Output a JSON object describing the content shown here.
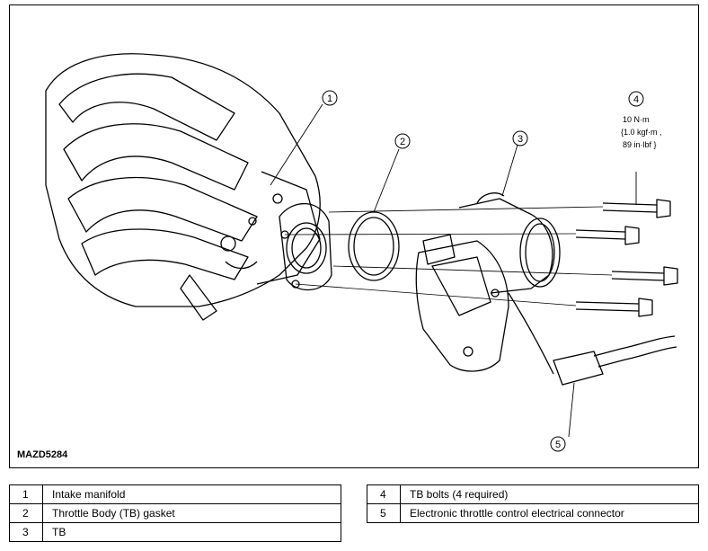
{
  "figure": {
    "figure_id": "MAZD5284",
    "callouts": [
      "1",
      "2",
      "3",
      "4",
      "5"
    ],
    "torque_spec": [
      "10 N·m",
      "{1.0 kgf·m ,",
      "89 in·lbf }"
    ]
  },
  "legend": {
    "left": [
      {
        "num": "1",
        "text": "Intake manifold"
      },
      {
        "num": "2",
        "text": "Throttle Body (TB) gasket"
      },
      {
        "num": "3",
        "text": "TB"
      }
    ],
    "right": [
      {
        "num": "4",
        "text": "TB bolts (4 required)"
      },
      {
        "num": "5",
        "text": "Electronic throttle control electrical connector"
      }
    ]
  }
}
